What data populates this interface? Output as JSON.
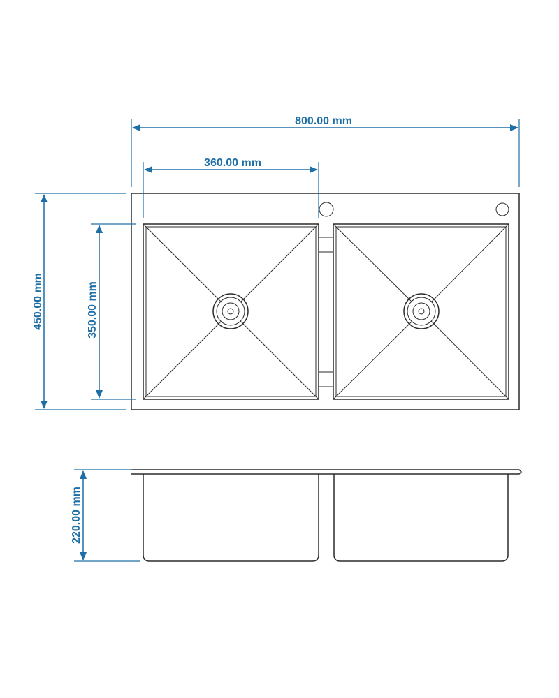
{
  "dimensions": {
    "overall_width": "800.00 mm",
    "bowl_width": "360.00 mm",
    "overall_depth": "450.00 mm",
    "bowl_depth": "350.00 mm",
    "bowl_height": "220.00 mm"
  },
  "colors": {
    "dimension": "#1f6fa6",
    "outline": "#2b2b2b"
  }
}
